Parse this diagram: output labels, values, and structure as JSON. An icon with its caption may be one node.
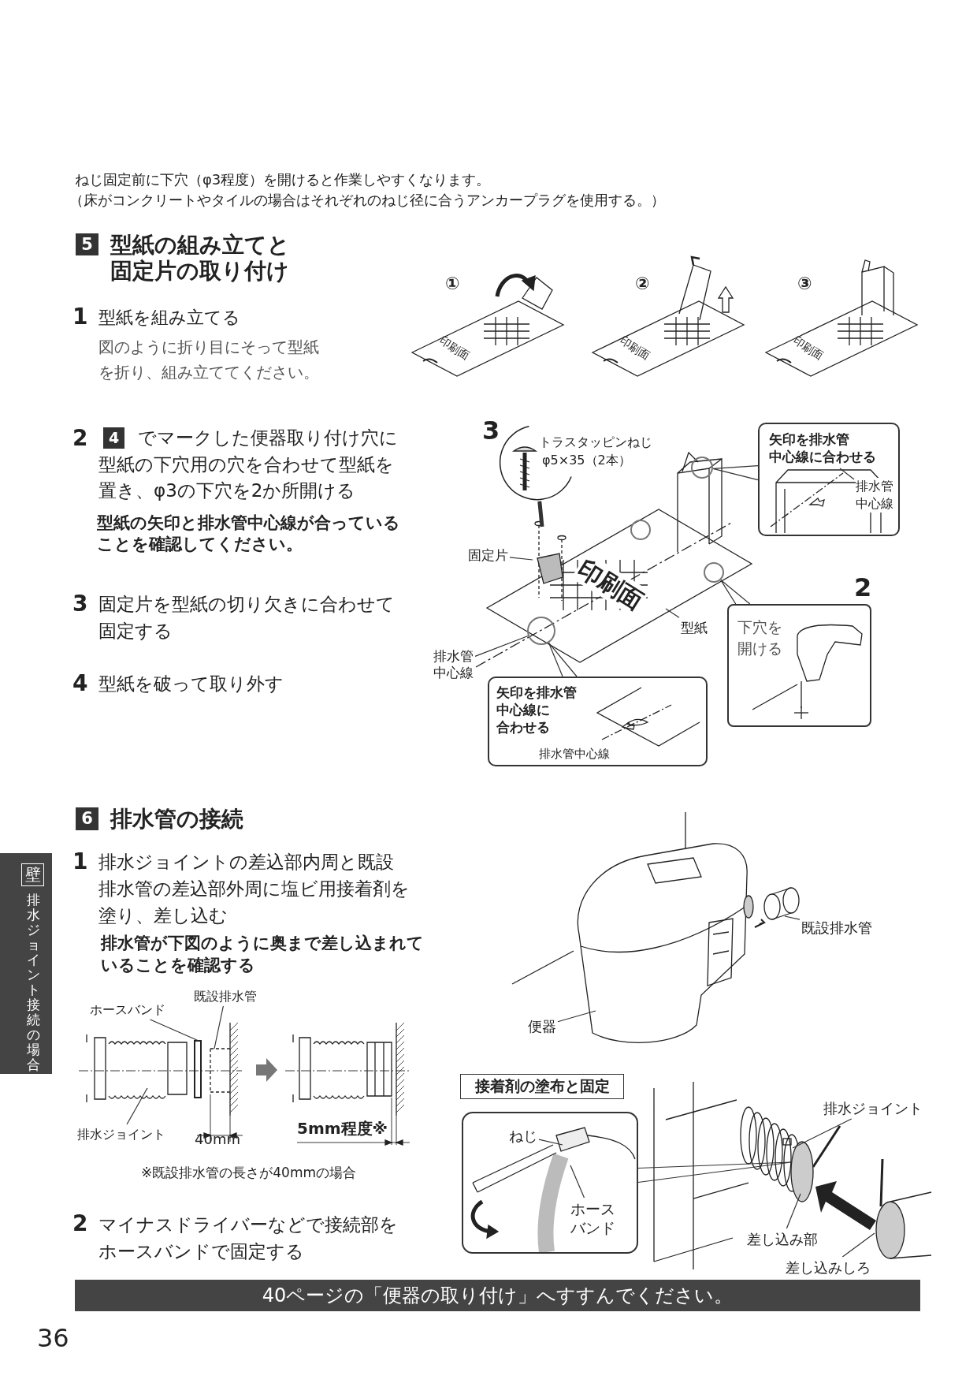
{
  "diagram": {
    "nodes": [
      {
        "text": [
          "5"
        ],
        "beside": [
          "型紙の組み立てと固定片の取り付け"
        ]
      },
      {
        "text": [
          "4"
        ],
        "beside": [
          "でマークした便器取り付け穴に型紙の下穴用の穴を合わせて型紙を置き、φ3の下穴を2か所開ける"
        ]
      },
      {
        "text": [],
        "shape": "circle",
        "beside": [
          "トラスタッピンねじ",
          "φ5×35（2本）"
        ]
      },
      {
        "text": [
          "固定片"
        ]
      },
      {
        "text": [
          "型紙"
        ]
      },
      {
        "text": [
          "排水管中心線"
        ]
      },
      {
        "text": [
          "矢印を排水管中心線に合わせる"
        ]
      },
      {
        "text": [
          "排水管中心線"
        ],
        "in": 6
      },
      {
        "text": [
          "下穴を開ける"
        ]
      },
      {
        "text": [
          "矢印を排水管中心線に合わせる"
        ]
      },
      {
        "text": [
          "排水管中心線"
        ],
        "in": 9
      },
      {
        "text": [],
        "shape": "circle"
      },
      {
        "text": [],
        "shape": "circle"
      },
      {
        "text": [],
        "shape": "circle"
      },
      {
        "text": [
          "6"
        ],
        "beside": [
          "排水管の接続"
        ]
      },
      {
        "text": [
          "ホースバンド"
        ]
      },
      {
        "text": [
          "既設排水管"
        ]
      },
      {
        "text": [
          "排水ジョイント"
        ]
      },
      {
        "text": [
          "既設排水管"
        ]
      },
      {
        "text": [
          "便器"
        ]
      },
      {
        "text": [
          "接着剤の塗布と固定"
        ]
      },
      {
        "text": [],
        "shape": "box"
      },
      {
        "text": [
          "ねじ"
        ],
        "in": 21
      },
      {
        "text": [
          "ホースバンド"
        ],
        "in": 21
      },
      {
        "text": [
          "排水ジョイント"
        ]
      },
      {
        "text": [
          "差し込み部"
        ]
      },
      {
        "text": [
          "差し込みしろ"
        ]
      },
      {
        "text": [
          "40ページの「便器の取り付け」へすすんでください。"
        ]
      },
      {
        "text": [
          "壁",
          "排水ジョイント接続の場合"
        ]
      }
    ],
    "edges": [
      {
        "from": 2,
        "to": null,
        "arrow": "none",
        "style": "thick"
      },
      {
        "from": 3,
        "to": null,
        "arrow": "none"
      },
      {
        "from": 4,
        "to": null,
        "arrow": "none"
      },
      {
        "from": 5,
        "to": 12,
        "arrow": "none"
      },
      {
        "from": 6,
        "to": 11,
        "arrow": "none"
      },
      {
        "from": 7,
        "to": null,
        "arrow": "none"
      },
      {
        "from": 8,
        "to": 13,
        "arrow": "none"
      },
      {
        "from": 9,
        "to": 12,
        "arrow": "none"
      },
      {
        "from": 15,
        "to": null,
        "arrow": "none"
      },
      {
        "from": 16,
        "to": null,
        "arrow": "none"
      },
      {
        "from": 17,
        "to": null,
        "arrow": "none"
      },
      {
        "from": 18,
        "to": null,
        "arrow": "none"
      },
      {
        "from": 19,
        "to": null,
        "arrow": "none"
      },
      {
        "from": 21,
        "to": null,
        "arrow": "none"
      },
      {
        "from": 22,
        "to": null,
        "arrow": "none"
      },
      {
        "from": 23,
        "to": null,
        "arrow": "none"
      },
      {
        "from": 24,
        "to": null,
        "arrow": "none"
      },
      {
        "from": 25,
        "to": null,
        "arrow": "none"
      },
      {
        "from": 26,
        "to": null,
        "arrow": "none"
      }
    ],
    "labels": [
      "ねじ固定前に下穴（φ3程度）を開けると作業しやすくなります。",
      "（床がコンクリートやタイルの場合はそれぞれのねじ径に合うアンカープラグを使用する。）",
      "①",
      "②",
      "③",
      "1",
      "型紙を組み立てる",
      "図のように折り目にそって型紙を折り、組み立ててください。",
      "印刷面",
      "印刷面",
      "印刷面",
      "2",
      "3",
      "型紙の矢印と排水管中心線が合っていることを確認してください。",
      "印刷面",
      "2",
      "3",
      "固定片を型紙の切り欠きに合わせて固定する",
      "4",
      "型紙を破って取り外す",
      "1",
      "排水ジョイントの差込部内周と既設排水管の差込部外周に塩ビ用接着剤を塗り、差し込む",
      "排水管が下図のように奥まで差し込まれていることを確認する",
      "40mm",
      "5mm程度※",
      "※既設排水管の長さが40mmの場合",
      "2",
      "マイナスドライバーなどで接続部をホースバンドで固定する",
      "36"
    ]
  }
}
